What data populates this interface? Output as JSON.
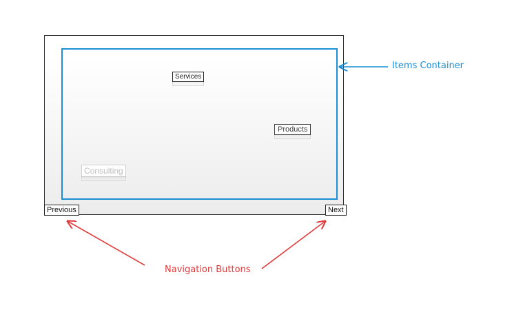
{
  "carousel": {
    "items": {
      "services": "Services",
      "products": "Products",
      "consulting": "Consulting"
    },
    "previous_label": "Previous",
    "next_label": "Next"
  },
  "annotations": {
    "items_container": "Items Container",
    "navigation_buttons": "Navigation Buttons"
  },
  "colors": {
    "container_highlight": "#1a8fd6",
    "navigation_annotation": "#e03b3b"
  }
}
